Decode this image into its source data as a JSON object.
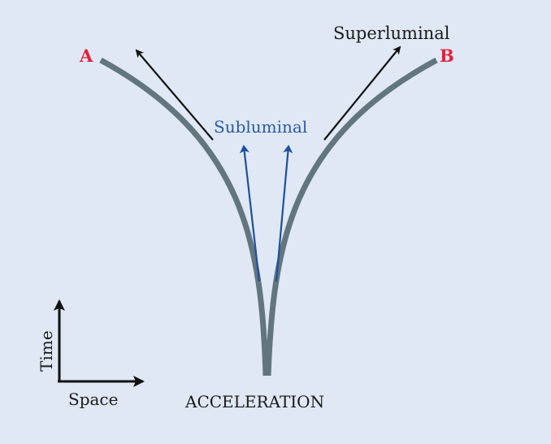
{
  "labels": {
    "a": "A",
    "b": "B",
    "superluminal": "Superluminal",
    "subluminal": "Subluminal",
    "acceleration": "ACCELERATION",
    "time": "Time",
    "space": "Space"
  },
  "colors": {
    "background": "#dfe8f4",
    "worldline": "#62767f",
    "superluminal_arrow": "#111111",
    "subluminal_arrow": "#1f4f9e",
    "point_label": "#e4203a",
    "subluminal_label": "#2a5aa6",
    "text": "#1a1a1a",
    "axes": "#111111"
  }
}
